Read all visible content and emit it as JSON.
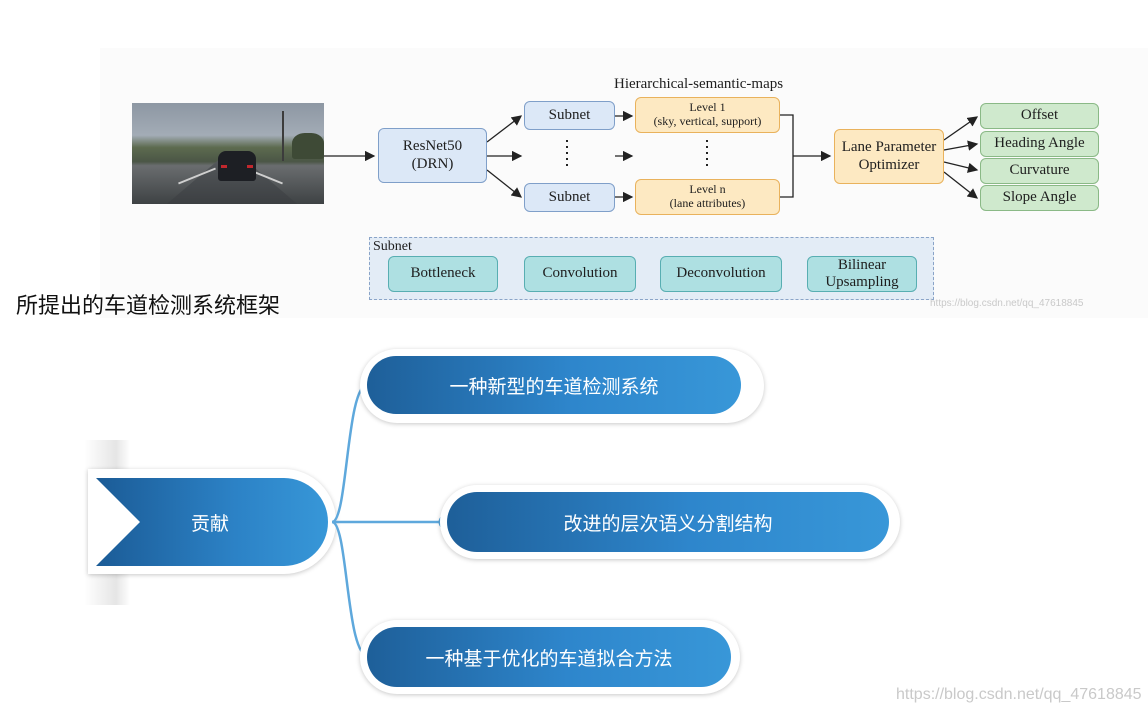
{
  "framework": {
    "title": "Hierarchical-semantic-maps",
    "backbone": [
      "ResNet50",
      "(DRN)"
    ],
    "subnet_label": "Subnet",
    "level1": [
      "Level 1",
      "(sky, vertical, support)"
    ],
    "leveln": [
      "Level n",
      "(lane attributes)"
    ],
    "optimizer": [
      "Lane Parameter",
      "Optimizer"
    ],
    "outputs": [
      "Offset",
      "Heading Angle",
      "Curvature",
      "Slope Angle"
    ],
    "subnet_detail": {
      "title": "Subnet",
      "steps": [
        "Bottleneck",
        "Convolution",
        "Deconvolution"
      ],
      "last_step": [
        "Bilinear",
        "Upsampling"
      ]
    }
  },
  "caption": "所提出的车道检测系统框架",
  "watermark_small": "https://blog.csdn.net/qq_47618845",
  "mindmap": {
    "root": "贡献",
    "branches": [
      "一种新型的车道检测系统",
      "改进的层次语义分割结构",
      "一种基于优化的车道拟合方法"
    ]
  },
  "watermark_large": "https://blog.csdn.net/qq_47618845",
  "colors": {
    "pill_dark": "#1e5f99",
    "pill_light": "#3897d8",
    "connector": "#5ea8dc"
  }
}
